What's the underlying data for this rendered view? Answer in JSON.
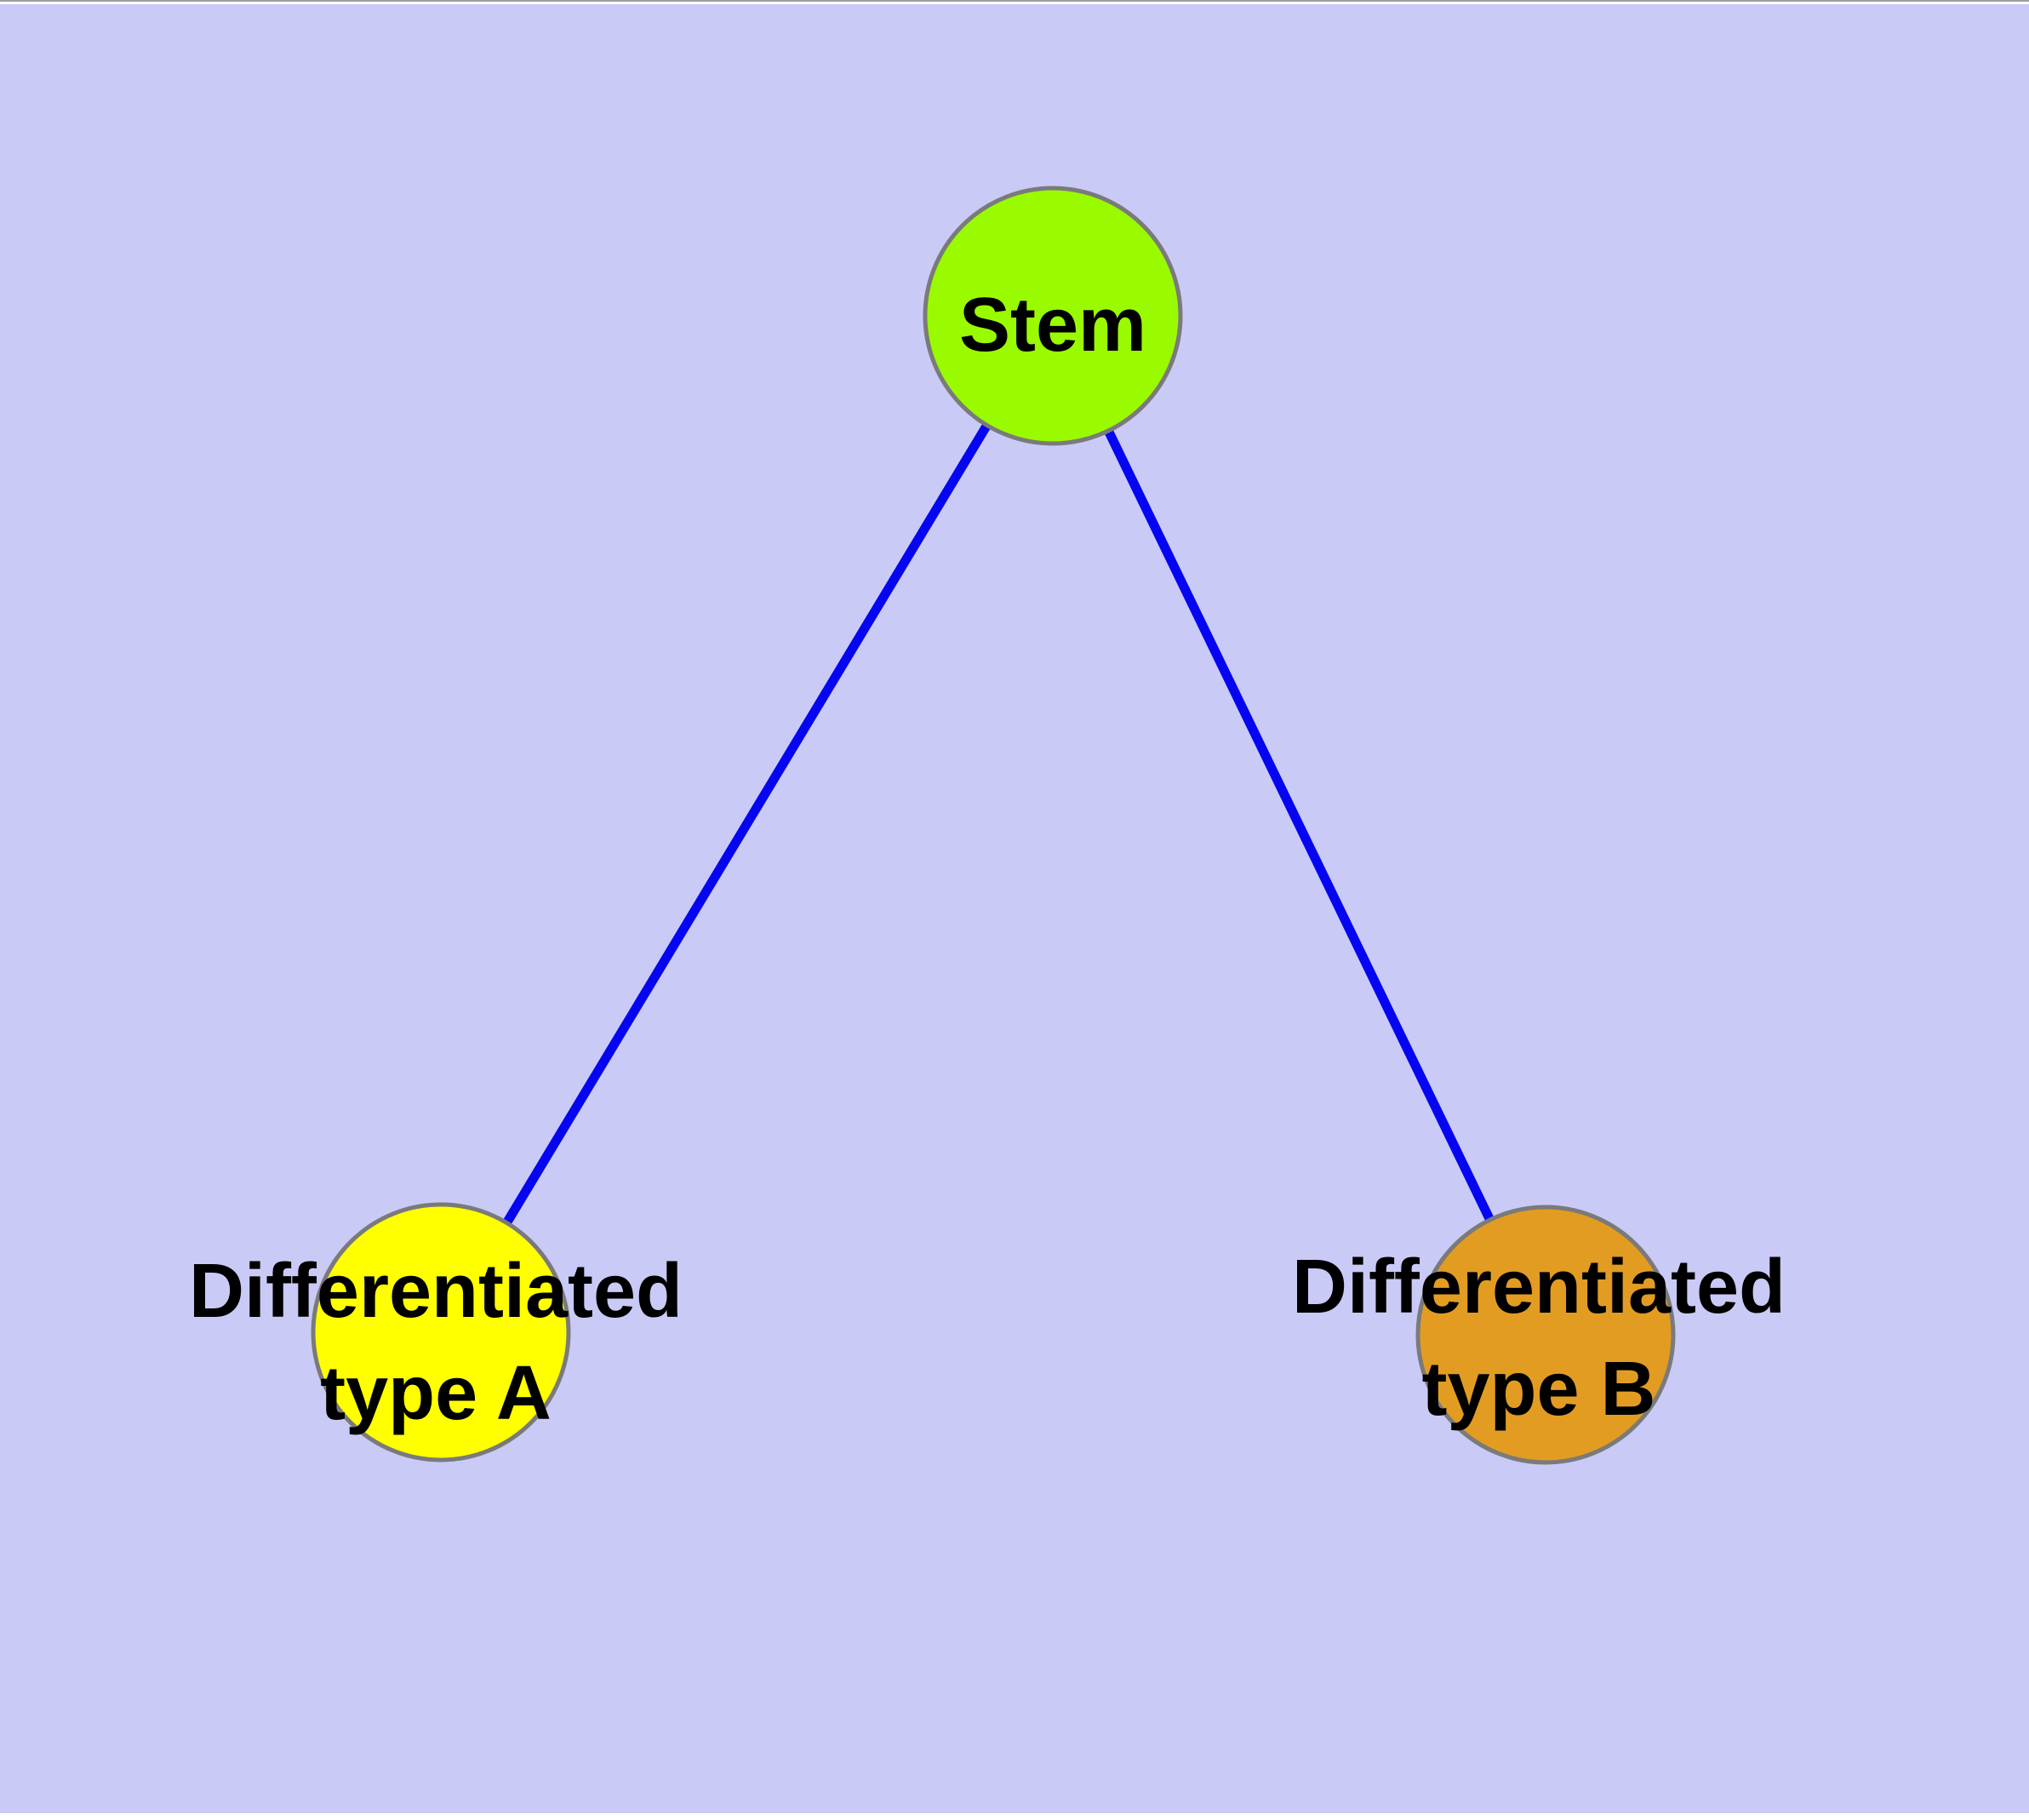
{
  "diagram": {
    "type": "node-link-graph",
    "background_color": "#cacaf6",
    "page_margin_color": "#ffffff",
    "frame_top_color": "#9f9f9f",
    "edge_color": "#0505f2",
    "node_border_color": "#7a7a7a",
    "label_color": "#000000",
    "nodes": [
      {
        "id": "stem",
        "label": "Stem",
        "line1": "Stem",
        "fill_color": "#9afb00"
      },
      {
        "id": "differentiated-type-a",
        "label": "Differentiated type A",
        "line1": "Differentiated",
        "line2": "type A",
        "fill_color": "#ffff00"
      },
      {
        "id": "differentiated-type-b",
        "label": "Differentiated type B",
        "line1": "Differentiated",
        "line2": "type B",
        "fill_color": "#e39c22"
      }
    ],
    "edges": [
      {
        "from": "stem",
        "to": "differentiated-type-a"
      },
      {
        "from": "stem",
        "to": "differentiated-type-b"
      }
    ]
  }
}
